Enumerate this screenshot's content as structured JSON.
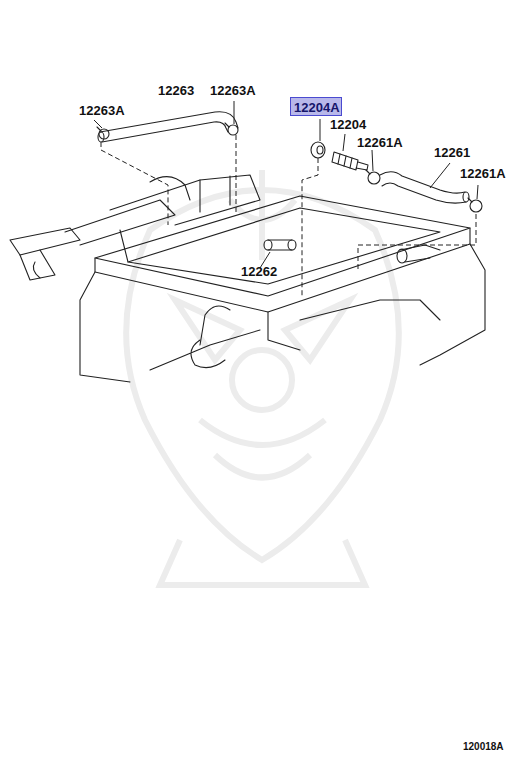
{
  "diagram": {
    "nodes": [
      {
        "text": [
          "12204A"
        ]
      }
    ],
    "labels": [
      "12263",
      "12263A",
      "12263A",
      "12204",
      "12261A",
      "12261",
      "12261A",
      "12262",
      "120018A"
    ]
  }
}
